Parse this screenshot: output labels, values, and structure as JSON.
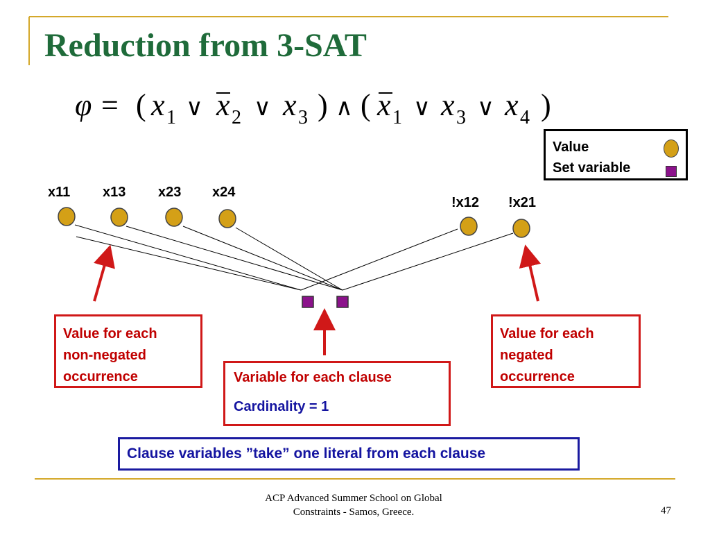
{
  "slide": {
    "title": "Reduction from 3-SAT",
    "formula": {
      "phi": "φ",
      "equals": "=",
      "open_paren": "(",
      "close_paren": ")",
      "or": "∨",
      "and": "∧",
      "x": "x",
      "sub1": "1",
      "sub2": "2",
      "sub3": "3",
      "sub4": "4"
    },
    "legend": {
      "value_label": "Value",
      "set_variable_label": "Set variable"
    },
    "nodes": {
      "x11": "x11",
      "x13": "x13",
      "x23": "x23",
      "x24": "x24",
      "nx12": "!x12",
      "nx21": "!x21"
    },
    "callouts": {
      "non_negated": "Value for each\nnon-negated\noccurrence",
      "negated": "Value for each\nnegated\noccurrence",
      "clause_variable": "Variable for each clause",
      "cardinality": "Cardinality = 1"
    },
    "summary": "Clause variables ”take” one literal from each clause",
    "footer": {
      "line1": "ACP Advanced Summer School on Global",
      "line2": "Constraints -  Samos, Greece.",
      "page_number": "47"
    },
    "colors": {
      "title": "#1f6b3a",
      "value_node": "#d4a017",
      "set_variable_node": "#8b128b",
      "callout_border": "#d01818",
      "callout_text": "#c00000",
      "blue": "#1414a0",
      "accent_rule": "#d4a82a"
    }
  }
}
